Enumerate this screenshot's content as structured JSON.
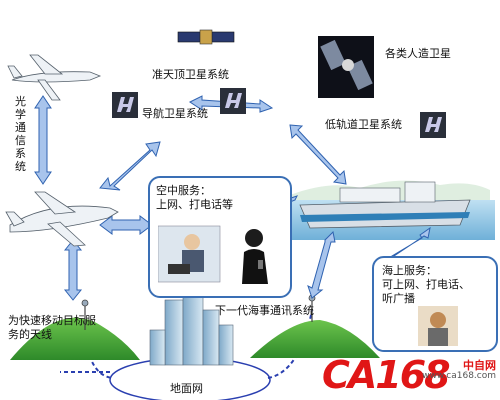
{
  "labels": {
    "optical_comm": "光学通信系统",
    "quasi_zenith": "准天顶卫星系统",
    "navigation": "导航卫星系统",
    "leo_satellite": "低轨道卫星系统",
    "artificial_sat": "各类人造卫星",
    "antenna": "为快速移动目标服务的天线",
    "next_gen": "下一代海事通讯系统",
    "ground_net": "地面网"
  },
  "air_service": {
    "title": "空中服务：",
    "line1": "上网、打电话等"
  },
  "sea_service": {
    "title": "海上服务：",
    "line1": "可上网、打电话、",
    "line2": "听广播"
  },
  "watermark": {
    "text": "CA168",
    "cn": "中自网",
    "url": "www.ca168.com"
  },
  "colors": {
    "arrow": "#a8c4ec",
    "arrow_stroke": "#2f62b0",
    "box_border": "#3a6fb5",
    "hill": "#3fa83a",
    "dash": "#2a3fb0",
    "sea": "#8fc6e6",
    "logo": "#e01616"
  },
  "icons": [
    "airplane-icon",
    "satellite-icon",
    "nav-logo-icon",
    "ship-icon",
    "building-icon",
    "person-icon"
  ]
}
